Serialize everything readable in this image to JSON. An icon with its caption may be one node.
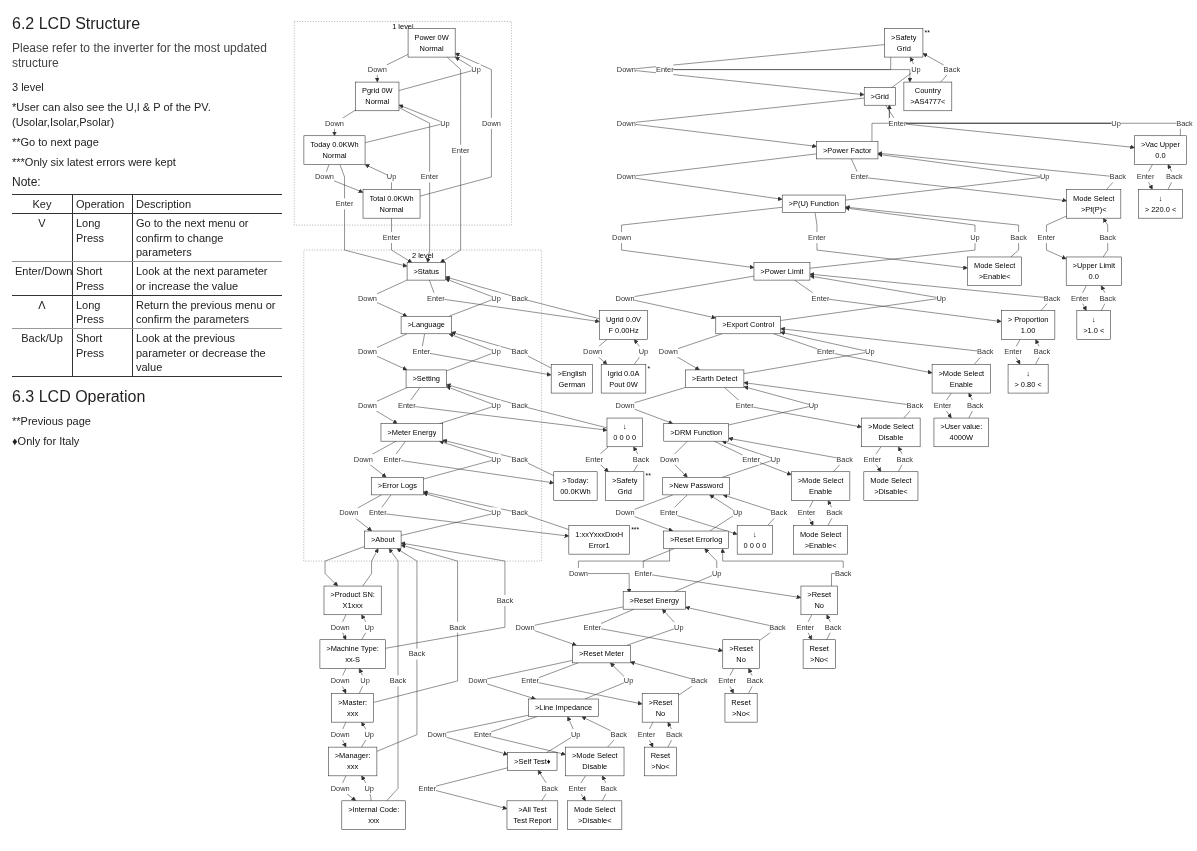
{
  "diagram": {
    "title": "6.2 LCD Structure",
    "nodes": [
      {
        "text": [
          "1 level"
        ]
      },
      {
        "text": [
          "Power 0W",
          "Normal"
        ],
        "in": 0
      },
      {
        "text": [
          "Pgrid 0W",
          "Normal"
        ],
        "in": 0
      },
      {
        "text": [
          "Today 0.0KWh",
          "Normal"
        ],
        "in": 0
      },
      {
        "text": [
          "Total 0.0KWh",
          "Normal"
        ],
        "in": 0
      },
      {
        "text": [
          "2 level"
        ]
      },
      {
        "text": [
          ">Status"
        ],
        "in": 5
      },
      {
        "text": [
          ">Language"
        ],
        "in": 5
      },
      {
        "text": [
          ">Setting"
        ],
        "in": 5
      },
      {
        "text": [
          ">Meter Energy"
        ],
        "in": 5
      },
      {
        "text": [
          ">Error Logs"
        ],
        "in": 5
      },
      {
        "text": [
          ">About"
        ],
        "in": 5
      },
      {
        "text": [
          "Ugrid 0.0V",
          "F 0.00Hz"
        ]
      },
      {
        "text": [
          "Igrid 0.0A",
          "Pout 0W"
        ],
        "beside": [
          "*"
        ]
      },
      {
        "text": [
          ">English",
          "German"
        ]
      },
      {
        "text": [
          "↓",
          "0 0 0 0"
        ]
      },
      {
        "text": [
          ">Safety",
          "Grid"
        ],
        "beside": [
          "**"
        ]
      },
      {
        "text": [
          ">Today:",
          "00.0KWh"
        ]
      },
      {
        "text": [
          "1:xxYxxxDxxH",
          "Error1"
        ],
        "beside": [
          "***"
        ]
      },
      {
        "text": [
          ">Product SN:",
          "X1xxx"
        ]
      },
      {
        "text": [
          ">Machine Type:",
          "xx-S"
        ]
      },
      {
        "text": [
          ">Master:",
          "xxx"
        ]
      },
      {
        "text": [
          ">Manager:",
          "xxx"
        ]
      },
      {
        "text": [
          ">Internal Code:",
          "xxx"
        ]
      },
      {
        "text": [
          ">Safety",
          "Grid"
        ],
        "beside": [
          "**"
        ]
      },
      {
        "text": [
          "Country",
          ">AS4777<"
        ]
      },
      {
        "text": [
          ">Grid"
        ]
      },
      {
        "text": [
          ">Vac Upper",
          "0.0"
        ]
      },
      {
        "text": [
          "↓",
          "> 220.0 <"
        ]
      },
      {
        "text": [
          ">Power Factor"
        ]
      },
      {
        "text": [
          "Mode Select",
          ">Pf(P)<"
        ]
      },
      {
        "text": [
          ">Upper Limit",
          "0.0"
        ]
      },
      {
        "text": [
          "↓",
          ">1.0 <"
        ]
      },
      {
        "text": [
          ">P(U) Function"
        ]
      },
      {
        "text": [
          "Mode Select",
          ">Enable<"
        ]
      },
      {
        "text": [
          ">Power Limit"
        ]
      },
      {
        "text": [
          "> Proportion",
          "1.00"
        ]
      },
      {
        "text": [
          "↓",
          "> 0.80 <"
        ]
      },
      {
        "text": [
          ">Export Control"
        ]
      },
      {
        "text": [
          ">Mode Select",
          "Enable"
        ]
      },
      {
        "text": [
          ">User value:",
          "4000W"
        ]
      },
      {
        "text": [
          ">Earth Detect"
        ]
      },
      {
        "text": [
          ">Mode Select",
          "Disable"
        ]
      },
      {
        "text": [
          "Mode Select",
          ">Disable<"
        ]
      },
      {
        "text": [
          ">DRM Function"
        ]
      },
      {
        "text": [
          ">Mode Select",
          "Enable"
        ]
      },
      {
        "text": [
          "Mode Select",
          ">Enable<"
        ]
      },
      {
        "text": [
          ">New Password"
        ]
      },
      {
        "text": [
          "↓",
          "0 0 0 0"
        ]
      },
      {
        "text": [
          ">Reset Errorlog"
        ]
      },
      {
        "text": [
          ">Reset",
          "No"
        ]
      },
      {
        "text": [
          "Reset",
          ">No<"
        ]
      },
      {
        "text": [
          ">Reset Energy"
        ]
      },
      {
        "text": [
          ">Reset",
          "No"
        ]
      },
      {
        "text": [
          "Reset",
          ">No<"
        ]
      },
      {
        "text": [
          ">Reset Meter"
        ]
      },
      {
        "text": [
          ">Reset",
          "No"
        ]
      },
      {
        "text": [
          "Reset",
          ">No<"
        ]
      },
      {
        "text": [
          ">Line Impedance"
        ]
      },
      {
        "text": [
          ">Mode Select",
          "Disable"
        ]
      },
      {
        "text": [
          "Mode Select",
          ">Disable<"
        ]
      },
      {
        "text": [
          ">Self Test♦"
        ]
      },
      {
        "text": [
          ">All Test",
          "Test Report"
        ]
      }
    ],
    "edges": [
      {
        "from": 1,
        "to": 2,
        "arrow": "to",
        "label": "Down"
      },
      {
        "from": 2,
        "to": 1,
        "arrow": "to",
        "label": "Up"
      },
      {
        "from": 2,
        "to": 3,
        "arrow": "to",
        "label": "Down"
      },
      {
        "from": 3,
        "to": 2,
        "arrow": "to",
        "label": "Up"
      },
      {
        "from": 3,
        "to": 4,
        "arrow": "to",
        "label": "Down"
      },
      {
        "from": 4,
        "to": 3,
        "arrow": "to",
        "label": "Up"
      },
      {
        "from": 4,
        "to": 1,
        "arrow": "to",
        "label": "Down"
      },
      {
        "from": 1,
        "to": 6,
        "arrow": "to",
        "label": "Enter"
      },
      {
        "from": 2,
        "to": 6,
        "arrow": "to",
        "label": "Enter"
      },
      {
        "from": 3,
        "to": 6,
        "arrow": "to",
        "label": "Enter"
      },
      {
        "from": 4,
        "to": 6,
        "arrow": "to",
        "label": "Enter"
      },
      {
        "from": 6,
        "to": 7,
        "arrow": "to",
        "label": "Down"
      },
      {
        "from": 7,
        "to": 6,
        "arrow": "to",
        "label": "Up"
      },
      {
        "from": 7,
        "to": 8,
        "arrow": "to",
        "label": "Down"
      },
      {
        "from": 8,
        "to": 7,
        "arrow": "to",
        "label": "Up"
      },
      {
        "from": 8,
        "to": 9,
        "arrow": "to",
        "label": "Down"
      },
      {
        "from": 9,
        "to": 8,
        "arrow": "to",
        "label": "Up"
      },
      {
        "from": 9,
        "to": 10,
        "arrow": "to",
        "label": "Down"
      },
      {
        "from": 10,
        "to": 9,
        "arrow": "to",
        "label": "Up"
      },
      {
        "from": 10,
        "to": 11,
        "arrow": "to",
        "label": "Down"
      },
      {
        "from": 11,
        "to": 10,
        "arrow": "to",
        "label": "Up"
      },
      {
        "from": 6,
        "to": 12,
        "arrow": "to",
        "label": "Enter"
      },
      {
        "from": 12,
        "to": 6,
        "arrow": "to",
        "label": "Back"
      },
      {
        "from": 12,
        "to": 13,
        "arrow": "to",
        "label": "Down"
      },
      {
        "from": 13,
        "to": 12,
        "arrow": "to",
        "label": "Up"
      },
      {
        "from": 7,
        "to": 14,
        "arrow": "to",
        "label": "Enter"
      },
      {
        "from": 14,
        "to": 7,
        "arrow": "to",
        "label": "Back"
      },
      {
        "from": 8,
        "to": 15,
        "arrow": "to",
        "label": "Enter"
      },
      {
        "from": 15,
        "to": 8,
        "arrow": "to",
        "label": "Back"
      },
      {
        "from": 15,
        "to": 16,
        "arrow": "to",
        "label": "Enter"
      },
      {
        "from": 16,
        "to": 15,
        "arrow": "to",
        "label": "Back"
      },
      {
        "from": 9,
        "to": 17,
        "arrow": "to",
        "label": "Enter"
      },
      {
        "from": 17,
        "to": 9,
        "arrow": "to",
        "label": "Back"
      },
      {
        "from": 10,
        "to": 18,
        "arrow": "to",
        "label": "Enter"
      },
      {
        "from": 18,
        "to": 10,
        "arrow": "to",
        "label": "Back"
      },
      {
        "from": 11,
        "to": 19,
        "arrow": "to"
      },
      {
        "from": 19,
        "to": 11,
        "arrow": "to"
      },
      {
        "from": 19,
        "to": 20,
        "arrow": "to",
        "label": "Down"
      },
      {
        "from": 20,
        "to": 19,
        "arrow": "to",
        "label": "Up"
      },
      {
        "from": 20,
        "to": 21,
        "arrow": "to",
        "label": "Down"
      },
      {
        "from": 21,
        "to": 20,
        "arrow": "to",
        "label": "Up"
      },
      {
        "from": 21,
        "to": 22,
        "arrow": "to",
        "label": "Down"
      },
      {
        "from": 22,
        "to": 21,
        "arrow": "to",
        "label": "Up"
      },
      {
        "from": 22,
        "to": 23,
        "arrow": "to",
        "label": "Down"
      },
      {
        "from": 23,
        "to": 22,
        "arrow": "to",
        "label": "Up"
      },
      {
        "from": 20,
        "to": 11,
        "arrow": "to",
        "label": "Back"
      },
      {
        "from": 21,
        "to": 11,
        "arrow": "to",
        "label": "Back"
      },
      {
        "from": 22,
        "to": 11,
        "arrow": "to",
        "label": "Back"
      },
      {
        "from": 23,
        "to": 11,
        "arrow": "to",
        "label": "Back"
      },
      {
        "from": 24,
        "to": 26,
        "arrow": "to",
        "label": "Down"
      },
      {
        "from": 26,
        "to": 24,
        "arrow": "to",
        "label": "Up"
      },
      {
        "from": 24,
        "to": 25,
        "arrow": "to",
        "label": "Enter"
      },
      {
        "from": 25,
        "to": 24,
        "arrow": "to",
        "label": "Back"
      },
      {
        "from": 26,
        "to": 29,
        "arrow": "to",
        "label": "Down"
      },
      {
        "from": 29,
        "to": 26,
        "arrow": "to",
        "label": "Up"
      },
      {
        "from": 26,
        "to": 27,
        "arrow": "to",
        "label": "Enter"
      },
      {
        "from": 27,
        "to": 26,
        "arrow": "to",
        "label": "Back"
      },
      {
        "from": 27,
        "to": 28,
        "arrow": "to",
        "label": "Enter"
      },
      {
        "from": 28,
        "to": 27,
        "arrow": "to",
        "label": "Back"
      },
      {
        "from": 29,
        "to": 33,
        "arrow": "to",
        "label": "Down"
      },
      {
        "from": 33,
        "to": 29,
        "arrow": "to",
        "label": "Up"
      },
      {
        "from": 29,
        "to": 30,
        "arrow": "to",
        "label": "Enter"
      },
      {
        "from": 30,
        "to": 29,
        "arrow": "to",
        "label": "Back"
      },
      {
        "from": 30,
        "to": 31,
        "arrow": "to",
        "label": "Enter"
      },
      {
        "from": 31,
        "to": 30,
        "arrow": "to",
        "label": "Back"
      },
      {
        "from": 31,
        "to": 32,
        "arrow": "to",
        "label": "Enter"
      },
      {
        "from": 32,
        "to": 31,
        "arrow": "to",
        "label": "Back"
      },
      {
        "from": 33,
        "to": 35,
        "arrow": "to",
        "label": "Down"
      },
      {
        "from": 35,
        "to": 33,
        "arrow": "to",
        "label": "Up"
      },
      {
        "from": 33,
        "to": 34,
        "arrow": "to",
        "label": "Enter"
      },
      {
        "from": 34,
        "to": 33,
        "arrow": "to",
        "label": "Back"
      },
      {
        "from": 35,
        "to": 38,
        "arrow": "to",
        "label": "Down"
      },
      {
        "from": 38,
        "to": 35,
        "arrow": "to",
        "label": "Up"
      },
      {
        "from": 35,
        "to": 36,
        "arrow": "to",
        "label": "Enter"
      },
      {
        "from": 36,
        "to": 35,
        "arrow": "to",
        "label": "Back"
      },
      {
        "from": 36,
        "to": 37,
        "arrow": "to",
        "label": "Enter"
      },
      {
        "from": 37,
        "to": 36,
        "arrow": "to",
        "label": "Back"
      },
      {
        "from": 38,
        "to": 41,
        "arrow": "to",
        "label": "Down"
      },
      {
        "from": 41,
        "to": 38,
        "arrow": "to",
        "label": "Up"
      },
      {
        "from": 38,
        "to": 39,
        "arrow": "to",
        "label": "Enter"
      },
      {
        "from": 39,
        "to": 38,
        "arrow": "to",
        "label": "Back"
      },
      {
        "from": 39,
        "to": 40,
        "arrow": "to",
        "label": "Enter"
      },
      {
        "from": 40,
        "to": 39,
        "arrow": "to",
        "label": "Back"
      },
      {
        "from": 41,
        "to": 44,
        "arrow": "to",
        "label": "Down"
      },
      {
        "from": 44,
        "to": 41,
        "arrow": "to",
        "label": "Up"
      },
      {
        "from": 41,
        "to": 42,
        "arrow": "to",
        "label": "Enter"
      },
      {
        "from": 42,
        "to": 41,
        "arrow": "to",
        "label": "Back"
      },
      {
        "from": 42,
        "to": 43,
        "arrow": "to",
        "label": "Enter"
      },
      {
        "from": 43,
        "to": 42,
        "arrow": "to",
        "label": "Back"
      },
      {
        "from": 44,
        "to": 47,
        "arrow": "to",
        "label": "Down"
      },
      {
        "from": 47,
        "to": 44,
        "arrow": "to",
        "label": "Up"
      },
      {
        "from": 44,
        "to": 45,
        "arrow": "to",
        "label": "Enter"
      },
      {
        "from": 45,
        "to": 44,
        "arrow": "to",
        "label": "Back"
      },
      {
        "from": 45,
        "to": 46,
        "arrow": "to",
        "label": "Enter"
      },
      {
        "from": 46,
        "to": 45,
        "arrow": "to",
        "label": "Back"
      },
      {
        "from": 47,
        "to": 49,
        "arrow": "to",
        "label": "Down"
      },
      {
        "from": 49,
        "to": 47,
        "arrow": "to",
        "label": "Up"
      },
      {
        "from": 47,
        "to": 48,
        "arrow": "to",
        "label": "Enter"
      },
      {
        "from": 48,
        "to": 47,
        "arrow": "to",
        "label": "Back"
      },
      {
        "from": 49,
        "to": 52,
        "arrow": "to",
        "label": "Down"
      },
      {
        "from": 52,
        "to": 49,
        "arrow": "to",
        "label": "Up"
      },
      {
        "from": 49,
        "to": 50,
        "arrow": "to",
        "label": "Enter"
      },
      {
        "from": 50,
        "to": 49,
        "arrow": "to",
        "label": "Back"
      },
      {
        "from": 50,
        "to": 51,
        "arrow": "to",
        "label": "Enter"
      },
      {
        "from": 51,
        "to": 50,
        "arrow": "to",
        "label": "Back"
      },
      {
        "from": 52,
        "to": 55,
        "arrow": "to",
        "label": "Down"
      },
      {
        "from": 55,
        "to": 52,
        "arrow": "to",
        "label": "Up"
      },
      {
        "from": 52,
        "to": 53,
        "arrow": "to",
        "label": "Enter"
      },
      {
        "from": 53,
        "to": 52,
        "arrow": "to",
        "label": "Back"
      },
      {
        "from": 53,
        "to": 54,
        "arrow": "to",
        "label": "Enter"
      },
      {
        "from": 54,
        "to": 53,
        "arrow": "to",
        "label": "Back"
      },
      {
        "from": 55,
        "to": 58,
        "arrow": "to",
        "label": "Down"
      },
      {
        "from": 58,
        "to": 55,
        "arrow": "to",
        "label": "Up"
      },
      {
        "from": 55,
        "to": 56,
        "arrow": "to",
        "label": "Enter"
      },
      {
        "from": 56,
        "to": 55,
        "arrow": "to",
        "label": "Back"
      },
      {
        "from": 56,
        "to": 57,
        "arrow": "to",
        "label": "Enter"
      },
      {
        "from": 57,
        "to": 56,
        "arrow": "to",
        "label": "Back"
      },
      {
        "from": 58,
        "to": 61,
        "arrow": "to",
        "label": "Down"
      },
      {
        "from": 61,
        "to": 58,
        "arrow": "to",
        "label": "Up"
      },
      {
        "from": 58,
        "to": 59,
        "arrow": "to",
        "label": "Enter"
      },
      {
        "from": 59,
        "to": 58,
        "arrow": "to",
        "label": "Back"
      },
      {
        "from": 59,
        "to": 60,
        "arrow": "to",
        "label": "Enter"
      },
      {
        "from": 60,
        "to": 59,
        "arrow": "to",
        "label": "Back"
      },
      {
        "from": 61,
        "to": 62,
        "arrow": "to",
        "label": "Enter"
      },
      {
        "from": 62,
        "to": 61,
        "arrow": "to",
        "label": "Back"
      }
    ],
    "labels": [
      "Please refer to the inverter for the most updated structure",
      "3 level",
      "*User can also see the U,I & P of the PV. (Usolar,Isolar,Psolar)",
      "**Go to next page",
      "***Only six latest errors were kept",
      "Note:",
      "Key",
      "Operation",
      "Description",
      "V",
      "Enter/Down",
      "Long Press",
      "Go to the next menu or confirm to change parameters",
      "Short Press",
      "Look at the next parameter or increase the value",
      "Λ",
      "Back/Up",
      "Long Press",
      "Return the previous menu or confirm the parameters",
      "Short Press",
      "Look at the previous parameter or decrease the value",
      "6.3 LCD Operation",
      "**Previous page",
      "♦Only for Italy"
    ]
  }
}
